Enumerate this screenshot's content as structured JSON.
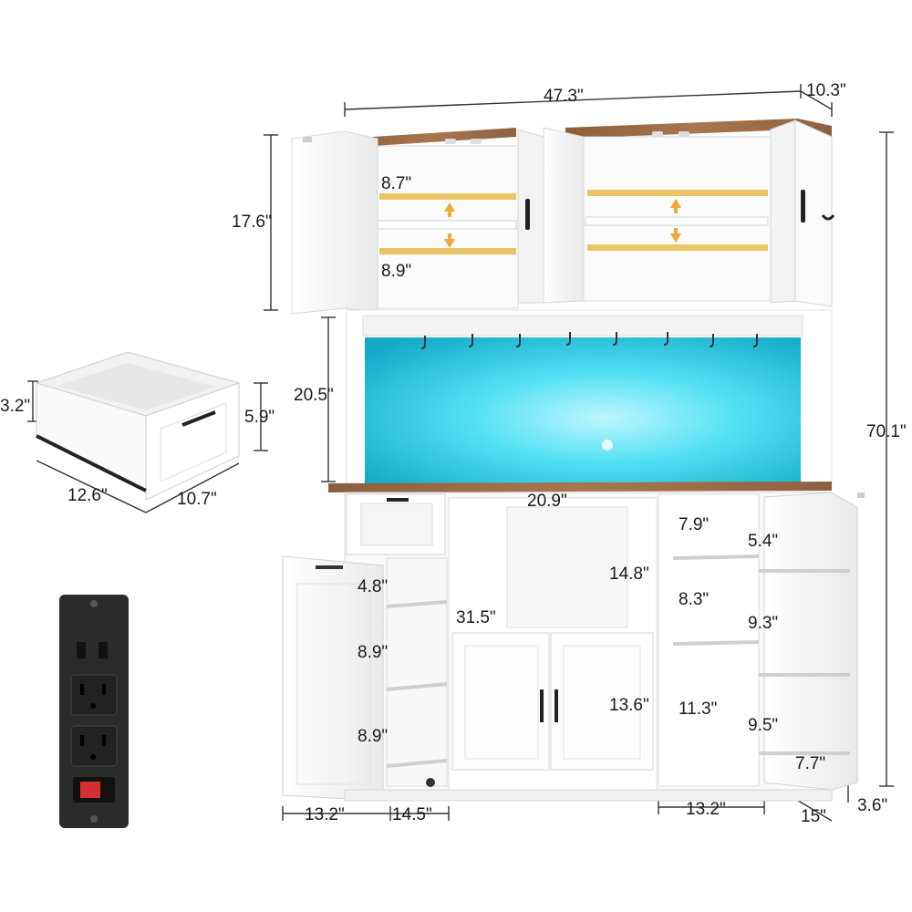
{
  "dimensions": {
    "total_width": "47.3\"",
    "top_depth": "10.3\"",
    "total_height": "70.1\"",
    "upper_cabinet_height": "17.6\"",
    "upper_shelf_gap_top": "8.7\"",
    "upper_shelf_gap_bottom": "8.9\"",
    "hutch_height": "20.5\"",
    "drawer_height_side": "3.2\"",
    "drawer_height_front": "5.9\"",
    "drawer_depth": "12.6\"",
    "drawer_width": "10.7\"",
    "middle_width": "20.9\"",
    "door_shelf_gap_1": "4.8\"",
    "door_shelf_gap_2": "8.9\"",
    "door_shelf_gap_3": "8.9\"",
    "base_height": "31.5\"",
    "microwave_height": "14.8\"",
    "lower_cabinet_height": "13.6\"",
    "side_shelf_1": "7.9\"",
    "side_shelf_2": "8.3\"",
    "side_shelf_3": "11.3\"",
    "right_door_1": "5.4\"",
    "right_door_2": "9.3\"",
    "right_door_3": "9.5\"",
    "right_door_width": "7.7\"",
    "left_door_width": "13.2\"",
    "left_base_width": "14.5\"",
    "right_base_width": "13.2\"",
    "base_depth": "15\"",
    "door_depth": "3.6\""
  },
  "colors": {
    "wood": "#9a6a45",
    "cabinet_white": "#f7f7f7",
    "led_cyan": "#2fd8ef",
    "led_strip": "#e8bb4a",
    "outlet_panel": "#2b2b2b",
    "switch_red": "#d23030"
  },
  "icons": {
    "usb": "usb-port-icon",
    "outlet": "power-outlet-icon",
    "switch": "rocker-switch-icon"
  }
}
